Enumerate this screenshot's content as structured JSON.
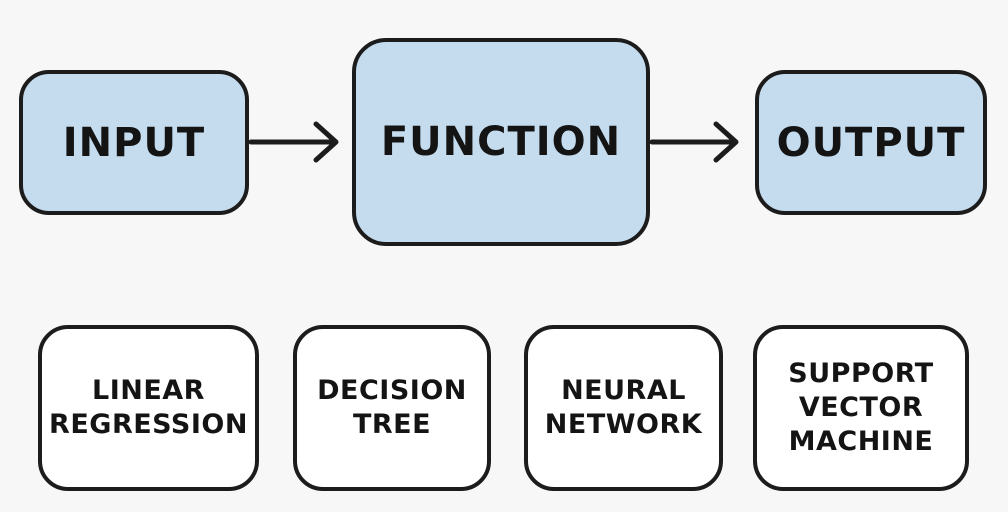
{
  "flow": {
    "input_label": "INPUT",
    "function_label": "FUNCTION",
    "output_label": "OUTPUT"
  },
  "models": [
    {
      "label": "LINEAR\nREGRESSION"
    },
    {
      "label": "DECISION\nTREE"
    },
    {
      "label": "NEURAL\nNETWORK"
    },
    {
      "label": "SUPPORT\nVECTOR\nMACHINE"
    }
  ],
  "colors": {
    "flow_box_fill": "#c5dcef",
    "model_box_fill": "#ffffff",
    "stroke": "#1c1c1c",
    "background": "#f7f7f7"
  }
}
